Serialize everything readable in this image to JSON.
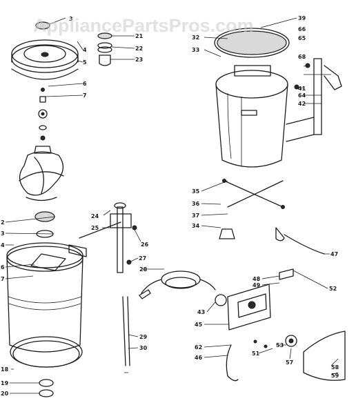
{
  "watermark": "AppliancePartsPros.com",
  "callouts": [
    {
      "id": "c3",
      "text": "3"
    },
    {
      "id": "c4",
      "text": "4"
    },
    {
      "id": "c5",
      "text": "5"
    },
    {
      "id": "c6",
      "text": "6"
    },
    {
      "id": "c7",
      "text": "7"
    },
    {
      "id": "c21",
      "text": "21"
    },
    {
      "id": "c22",
      "text": "22"
    },
    {
      "id": "c23",
      "text": "23"
    },
    {
      "id": "c2",
      "text": "2"
    },
    {
      "id": "c3b",
      "text": "3"
    },
    {
      "id": "c14",
      "text": "4"
    },
    {
      "id": "c16",
      "text": "6"
    },
    {
      "id": "c17",
      "text": "7"
    },
    {
      "id": "c24",
      "text": "24"
    },
    {
      "id": "c25",
      "text": "25"
    },
    {
      "id": "c26",
      "text": "26"
    },
    {
      "id": "c27",
      "text": "27"
    },
    {
      "id": "c28",
      "text": "28"
    },
    {
      "id": "c29",
      "text": "29"
    },
    {
      "id": "c30",
      "text": "30"
    },
    {
      "id": "c18",
      "text": "18"
    },
    {
      "id": "c19",
      "text": "19"
    },
    {
      "id": "c20",
      "text": "20"
    },
    {
      "id": "c39",
      "text": "39"
    },
    {
      "id": "c32",
      "text": "32"
    },
    {
      "id": "c33",
      "text": "33"
    },
    {
      "id": "c66",
      "text": "66"
    },
    {
      "id": "c65",
      "text": "65"
    },
    {
      "id": "c68",
      "text": "68"
    },
    {
      "id": "c41",
      "text": "41"
    },
    {
      "id": "c64",
      "text": "64"
    },
    {
      "id": "c42",
      "text": "42"
    },
    {
      "id": "c35",
      "text": "35"
    },
    {
      "id": "c36",
      "text": "36"
    },
    {
      "id": "c37",
      "text": "37"
    },
    {
      "id": "c34",
      "text": "34"
    },
    {
      "id": "c47",
      "text": "47"
    },
    {
      "id": "c48",
      "text": "48"
    },
    {
      "id": "c49",
      "text": "49"
    },
    {
      "id": "c52",
      "text": "52"
    },
    {
      "id": "c43",
      "text": "43"
    },
    {
      "id": "c45",
      "text": "45"
    },
    {
      "id": "c62",
      "text": "62"
    },
    {
      "id": "c46",
      "text": "46"
    },
    {
      "id": "c51",
      "text": "51"
    },
    {
      "id": "c53",
      "text": "53"
    },
    {
      "id": "c57",
      "text": "57"
    },
    {
      "id": "c58",
      "text": "58"
    },
    {
      "id": "c59",
      "text": "59"
    }
  ]
}
